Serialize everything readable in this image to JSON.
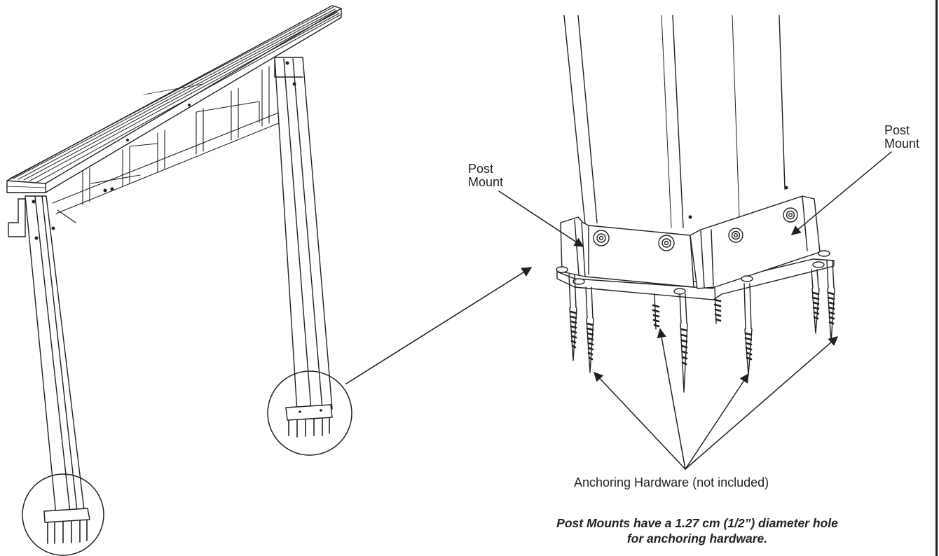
{
  "labels": {
    "left_post_mount": [
      "Post",
      "Mount"
    ],
    "right_post_mount": [
      "Post",
      "Mount"
    ],
    "anchoring_hardware": "Anchoring Hardware (not included)"
  },
  "caption": {
    "line1": "Post Mounts have a 1.27 cm (1/2”) diameter hole",
    "line2": "for anchoring hardware."
  },
  "colors": {
    "ink": "#231f20",
    "background": "#ffffff",
    "shade": "#d9d9d9"
  }
}
